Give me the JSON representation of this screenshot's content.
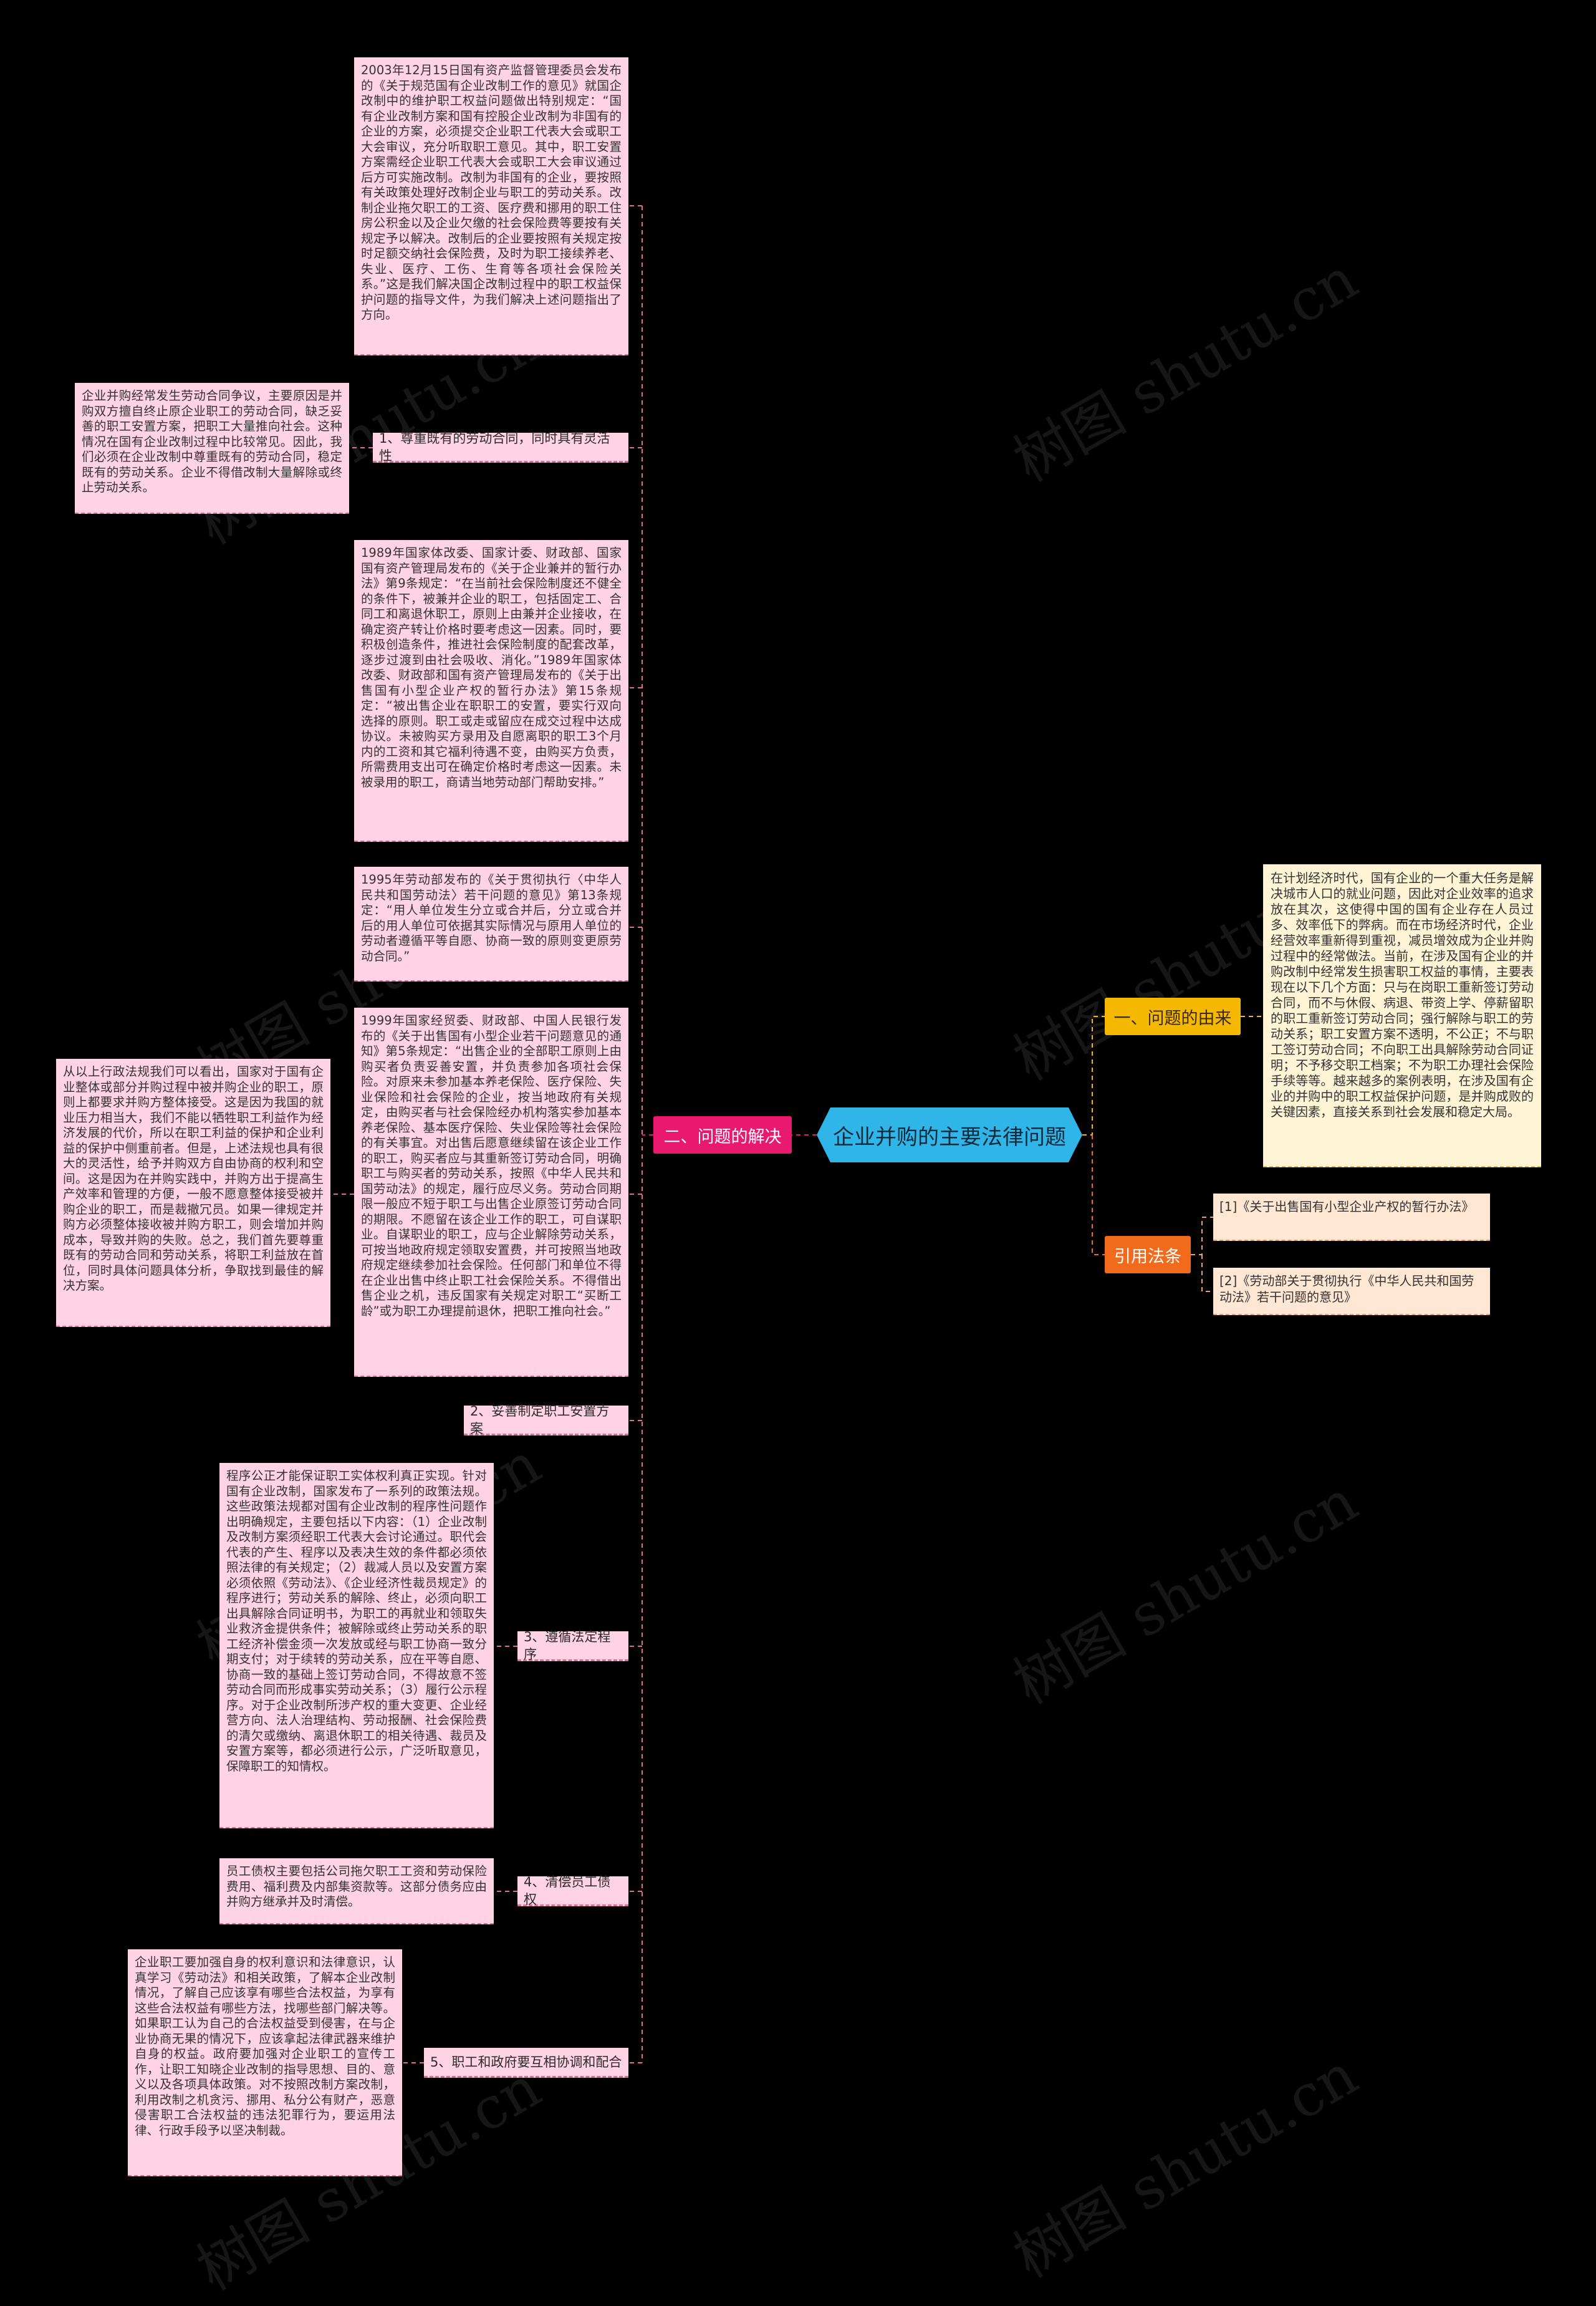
{
  "root": {
    "title": "企业并购的主要法律问题"
  },
  "branches": {
    "solve": {
      "label": "二、问题的解决"
    },
    "origin": {
      "label": "一、问题的由来",
      "text": "在计划经济时代，国有企业的一个重大任务是解决城市人口的就业问题，因此对企业效率的追求放在其次，这使得中国的国有企业存在人员过多、效率低下的弊病。而在市场经济时代，企业经营效率重新得到重视，减员增效成为企业并购过程中的经常做法。当前，在涉及国有企业的并购改制中经常发生损害职工权益的事情，主要表现在以下几个方面：只与在岗职工重新签订劳动合同，而不与休假、病退、带资上学、停薪留职的职工重新签订劳动合同；强行解除与职工的劳动关系；职工安置方案不透明，不公正；不与职工签订劳动合同；不向职工出具解除劳动合同证明；不予移交职工档案；不为职工办理社会保险手续等等。越来越多的案例表明，在涉及国有企业的并购中的职工权益保护问题，是并购成败的关键因素，直接关系到社会发展和稳定大局。"
    },
    "law": {
      "label": "引用法条",
      "refs": [
        "[1]《关于出售国有小型企业产权的暂行办法》",
        "[2]《劳动部关于贯彻执行《中华人民共和国劳动法》若干问题的意见》"
      ]
    }
  },
  "solve_items": {
    "item1": {
      "label": "1、尊重既有的劳动合同，同时具有灵活性",
      "left_text": "企业并购经常发生劳动合同争议，主要原因是并购双方擅自终止原企业职工的劳动合同，缺乏妥善的职工安置方案，把职工大量推向社会。这种情况在国有企业改制过程中比较常见。因此，我们必须在企业改制中尊重既有的劳动合同，稳定既有的劳动关系。企业不得借改制大量解除或终止劳动关系。"
    },
    "item2": {
      "label": "2、妥善制定职工安置方案",
      "left_text": "从以上行政法规我们可以看出，国家对于国有企业整体或部分并购过程中被并购企业的职工，原则上都要求并购方整体接受。这是因为我国的就业压力相当大，我们不能以牺牲职工利益作为经济发展的代价，所以在职工利益的保护和企业利益的保护中侧重前者。但是，上述法规也具有很大的灵活性，给予并购双方自由协商的权利和空间。这是因为在并购实践中，并购方出于提高生产效率和管理的方便，一般不愿意整体接受被并购企业的职工，而是裁撤冗员。如果一律规定并购方必须整体接收被并购方职工，则会增加并购成本，导致并购的失败。总之，我们首先要尊重既有的劳动合同和劳动关系，将职工利益放在首位，同时具体问题具体分析，争取找到最佳的解决方案。",
      "texts": [
        "2003年12月15日国有资产监督管理委员会发布的《关于规范国有企业改制工作的意见》就国企改制中的维护职工权益问题做出特别规定：“国有企业改制方案和国有控股企业改制为非国有的企业的方案，必须提交企业职工代表大会或职工大会审议，充分听取职工意见。其中，职工安置方案需经企业职工代表大会或职工大会审议通过后方可实施改制。改制为非国有的企业，要按照有关政策处理好改制企业与职工的劳动关系。改制企业拖欠职工的工资、医疗费和挪用的职工住房公积金以及企业欠缴的社会保险费等要按有关规定予以解决。改制后的企业要按照有关规定按时足额交纳社会保险费，及时为职工接续养老、失业、医疗、工伤、生育等各项社会保险关系。”这是我们解决国企改制过程中的职工权益保护问题的指导文件，为我们解决上述问题指出了方向。",
        "1989年国家体改委、国家计委、财政部、国家国有资产管理局发布的《关于企业兼并的暂行办法》第9条规定：“在当前社会保险制度还不健全的条件下，被兼并企业的职工，包括固定工、合同工和离退休职工，原则上由兼并企业接收，在确定资产转让价格时要考虑这一因素。同时，要积极创造条件，推进社会保险制度的配套改革，逐步过渡到由社会吸收、消化。”1989年国家体改委、财政部和国有资产管理局发布的《关于出售国有小型企业产权的暂行办法》第15条规定：“被出售企业在职职工的安置，要实行双向选择的原则。职工或走或留应在成交过程中达成协议。未被购买方录用及自愿离职的职工3个月内的工资和其它福利待遇不变，由购买方负责，所需费用支出可在确定价格时考虑这一因素。未被录用的职工，商请当地劳动部门帮助安排。”",
        "1995年劳动部发布的《关于贯彻执行〈中华人民共和国劳动法〉若干问题的意见》第13条规定：“用人单位发生分立或合并后，分立或合并后的用人单位可依据其实际情况与原用人单位的劳动者遵循平等自愿、协商一致的原则变更原劳动合同。”",
        "1999年国家经贸委、财政部、中国人民银行发布的《关于出售国有小型企业若干问题意见的通知》第5条规定：“出售企业的全部职工原则上由购买者负责妥善安置，并负责参加各项社会保险。对原来未参加基本养老保险、医疗保险、失业保险和社会保险的企业，按当地政府有关规定，由购买者与社会保险经办机构落实参加基本养老保险、基本医疗保险、失业保险等社会保险的有关事宜。对出售后愿意继续留在该企业工作的职工，购买者应与其重新签订劳动合同，明确职工与购买者的劳动关系，按照《中华人民共和国劳动法》的规定，履行应尽义务。劳动合同期限一般应不短于职工与出售企业原签订劳动合同的期限。不愿留在该企业工作的职工，可自谋职业。自谋职业的职工，应与企业解除劳动关系，可按当地政府规定领取安置费，并可按照当地政府规定继续参加社会保险。任何部门和单位不得在企业出售中终止职工社会保险关系。不得借出售企业之机，违反国家有关规定对职工“买断工龄”或为职工办理提前退休，把职工推向社会。”"
      ]
    },
    "item3": {
      "label": "3、遵循法定程序",
      "text": "程序公正才能保证职工实体权利真正实现。针对国有企业改制，国家发布了一系列的政策法规。这些政策法规都对国有企业改制的程序性问题作出明确规定，主要包括以下内容：（1）企业改制及改制方案须经职工代表大会讨论通过。职代会代表的产生、程序以及表决生效的条件都必须依照法律的有关规定；（2）裁减人员以及安置方案必须依照《劳动法》、《企业经济性裁员规定》的程序进行；劳动关系的解除、终止，必须向职工出具解除合同证明书，为职工的再就业和领取失业救济金提供条件；被解除或终止劳动关系的职工经济补偿金须一次发放或经与职工协商一致分期支付；对于续转的劳动关系，应在平等自愿、协商一致的基础上签订劳动合同，不得故意不签劳动合同而形成事实劳动关系；（3）履行公示程序。对于企业改制所涉产权的重大变更、企业经营方向、法人治理结构、劳动报酬、社会保险费的清欠或缴纳、离退休职工的相关待遇、裁员及安置方案等，都必须进行公示，广泛听取意见，保障职工的知情权。"
    },
    "item4": {
      "label": "4、清偿员工债权",
      "text": "员工债权主要包括公司拖欠职工工资和劳动保险费用、福利费及内部集资款等。这部分债务应由并购方继承并及时清偿。"
    },
    "item5": {
      "label": "5、职工和政府要互相协调和配合",
      "text": "企业职工要加强自身的权利意识和法律意识，认真学习《劳动法》和相关政策，了解本企业改制情况，了解自己应该享有哪些合法权益，为享有这些合法权益有哪些方法，找哪些部门解决等。如果职工认为自己的合法权益受到侵害，在与企业协商无果的情况下，应该拿起法律武器来维护自身的权益。政府要加强对企业职工的宣传工作，让职工知晓企业改制的指导思想、目的、意义以及各项具体政策。对不按照改制方案改制，利用改制之机贪污、挪用、私分公有财产，恶意侵害职工合法权益的违法犯罪行为，要运用法律、行政手段予以坚决制裁。"
    }
  },
  "watermark": {
    "text": "树图 shutu.cn"
  },
  "colors": {
    "root": "#2fb5e8",
    "solve": "#e8196e",
    "origin": "#f5b800",
    "law": "#f26b1d",
    "leaf_pink": "#ffd3e3",
    "leaf_origin": "#fff4d6",
    "leaf_ref": "#ffe7d4"
  }
}
